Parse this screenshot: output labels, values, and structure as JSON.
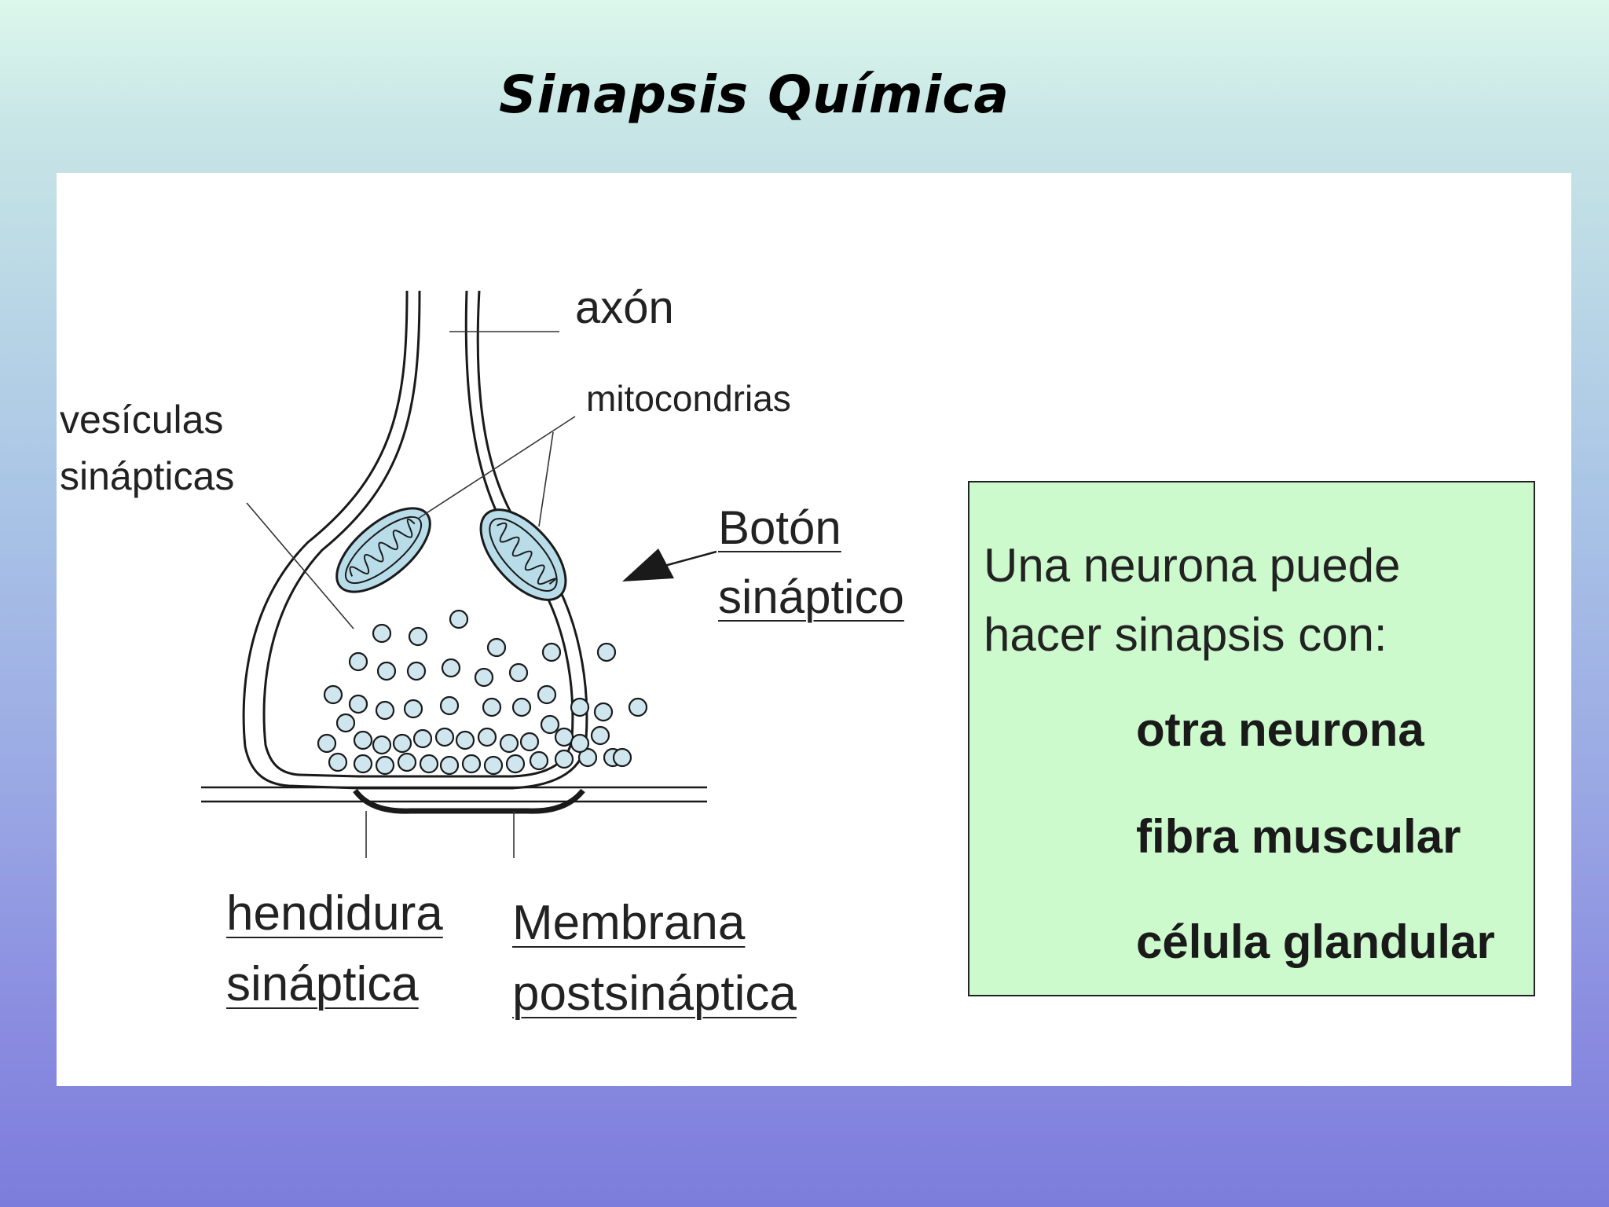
{
  "title": "Sinapsis Química",
  "diagram": {
    "labels": {
      "axon": "axón",
      "mitochondria": "mitocondrias",
      "vesicles_line1": "vesículas",
      "vesicles_line2": "sinápticas",
      "bouton_line1": "Botón",
      "bouton_line2": "sináptico",
      "cleft_line1": "hendidura",
      "cleft_line2": "sináptica",
      "membrane_line1": "Membrana",
      "membrane_line2": "postsináptica"
    }
  },
  "info_box": {
    "intro_line1": "Una neurona puede",
    "intro_line2": "hacer sinapsis con:",
    "items": [
      "otra neurona",
      "fibra muscular",
      "célula glandular"
    ]
  },
  "colors": {
    "info_box_fill": "#ccfacc",
    "vesicle_fill": "#cfe6ee",
    "mitochondria_fill": "#b8dce8"
  }
}
